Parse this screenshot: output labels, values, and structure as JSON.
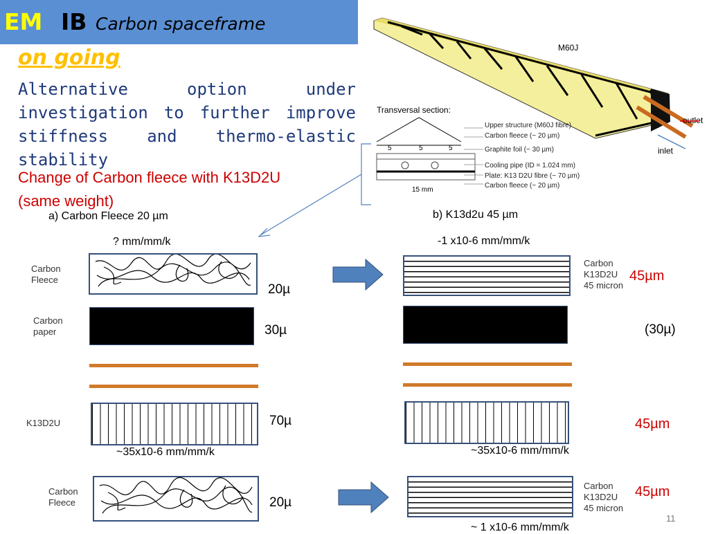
{
  "header": {
    "em": "EM",
    "ib": "IB",
    "subtitle": "Carbon spaceframe"
  },
  "status": "on going",
  "description": "Alternative option under investigation to further improve stiffness and thermo-elastic stability",
  "change_line1": "Change of Carbon fleece with K13D2U",
  "change_line2": "(same weight)",
  "figure": {
    "material": "M60J",
    "transversal_title": "Transversal section:",
    "dims": [
      "5",
      "5",
      "5"
    ],
    "width_label": "15 mm",
    "outlet": "outlet",
    "inlet": "inlet",
    "callouts": [
      "Upper structure (M60J fibre)",
      "Carbon fleece (~ 20 µm)",
      "Graphite foil (~ 30 µm)",
      "Cooling pipe (ID = 1.024 mm)",
      "Plate: K13 D2U fibre (~ 70 µm)",
      "Carbon fleece (~ 20 µm)"
    ]
  },
  "left": {
    "title": "a) Carbon Fleece 20 µm",
    "cte_top": "? mm/mm/k",
    "label_fleece1": [
      "Carbon",
      "Fleece"
    ],
    "label_paper": [
      "Carbon",
      "paper"
    ],
    "label_k13": "K13D2U",
    "label_fleece2": [
      "Carbon",
      "Fleece"
    ],
    "thick1": "20µ",
    "thick2": "30µ",
    "thick3": "70µ",
    "thick4": "20µ",
    "cte_mid": "~35x10-6  mm/mm/k"
  },
  "right": {
    "title": "b) K13d2u 45 µm",
    "cte_top": "-1 x10-6  mm/mm/k",
    "label_k13_1": [
      "Carbon",
      "K13D2U",
      "45 micron"
    ],
    "label_k13_2": [
      "Carbon",
      "K13D2U",
      "45 micron"
    ],
    "thick1": "45µm",
    "thick2": "(30µ)",
    "thick3": "45µm",
    "thick4": "45µm",
    "cte_mid": "~35x10-6  mm/mm/k",
    "cte_bottom": "~ 1 x10-6  mm/mm/k"
  },
  "page_number": "11",
  "colors": {
    "header": "#5b8fd4",
    "accent": "#ffc000",
    "em": "#ffff00",
    "red": "#cc0000",
    "navy": "#1f3a7a",
    "orange": "#d07a2a",
    "arrow": "#4f81bd"
  }
}
